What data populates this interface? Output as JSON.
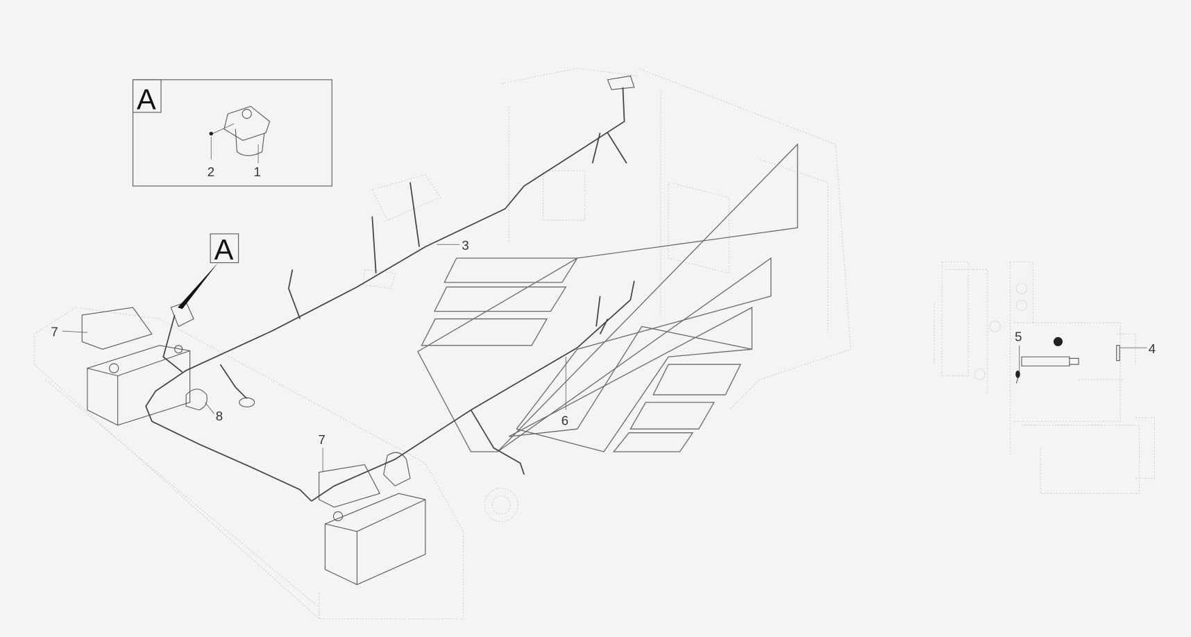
{
  "detail_view": {
    "label": "A",
    "callouts": [
      "2",
      "1"
    ]
  },
  "detail_reference": {
    "label": "A"
  },
  "callouts": {
    "c3": "3",
    "c4": "4",
    "c5": "5",
    "c6": "6",
    "c7_left": "7",
    "c7_center": "7",
    "c8": "8"
  },
  "colors": {
    "background": "#f3f5f3",
    "line": "#444444",
    "ghost": "#cfd3cf"
  }
}
